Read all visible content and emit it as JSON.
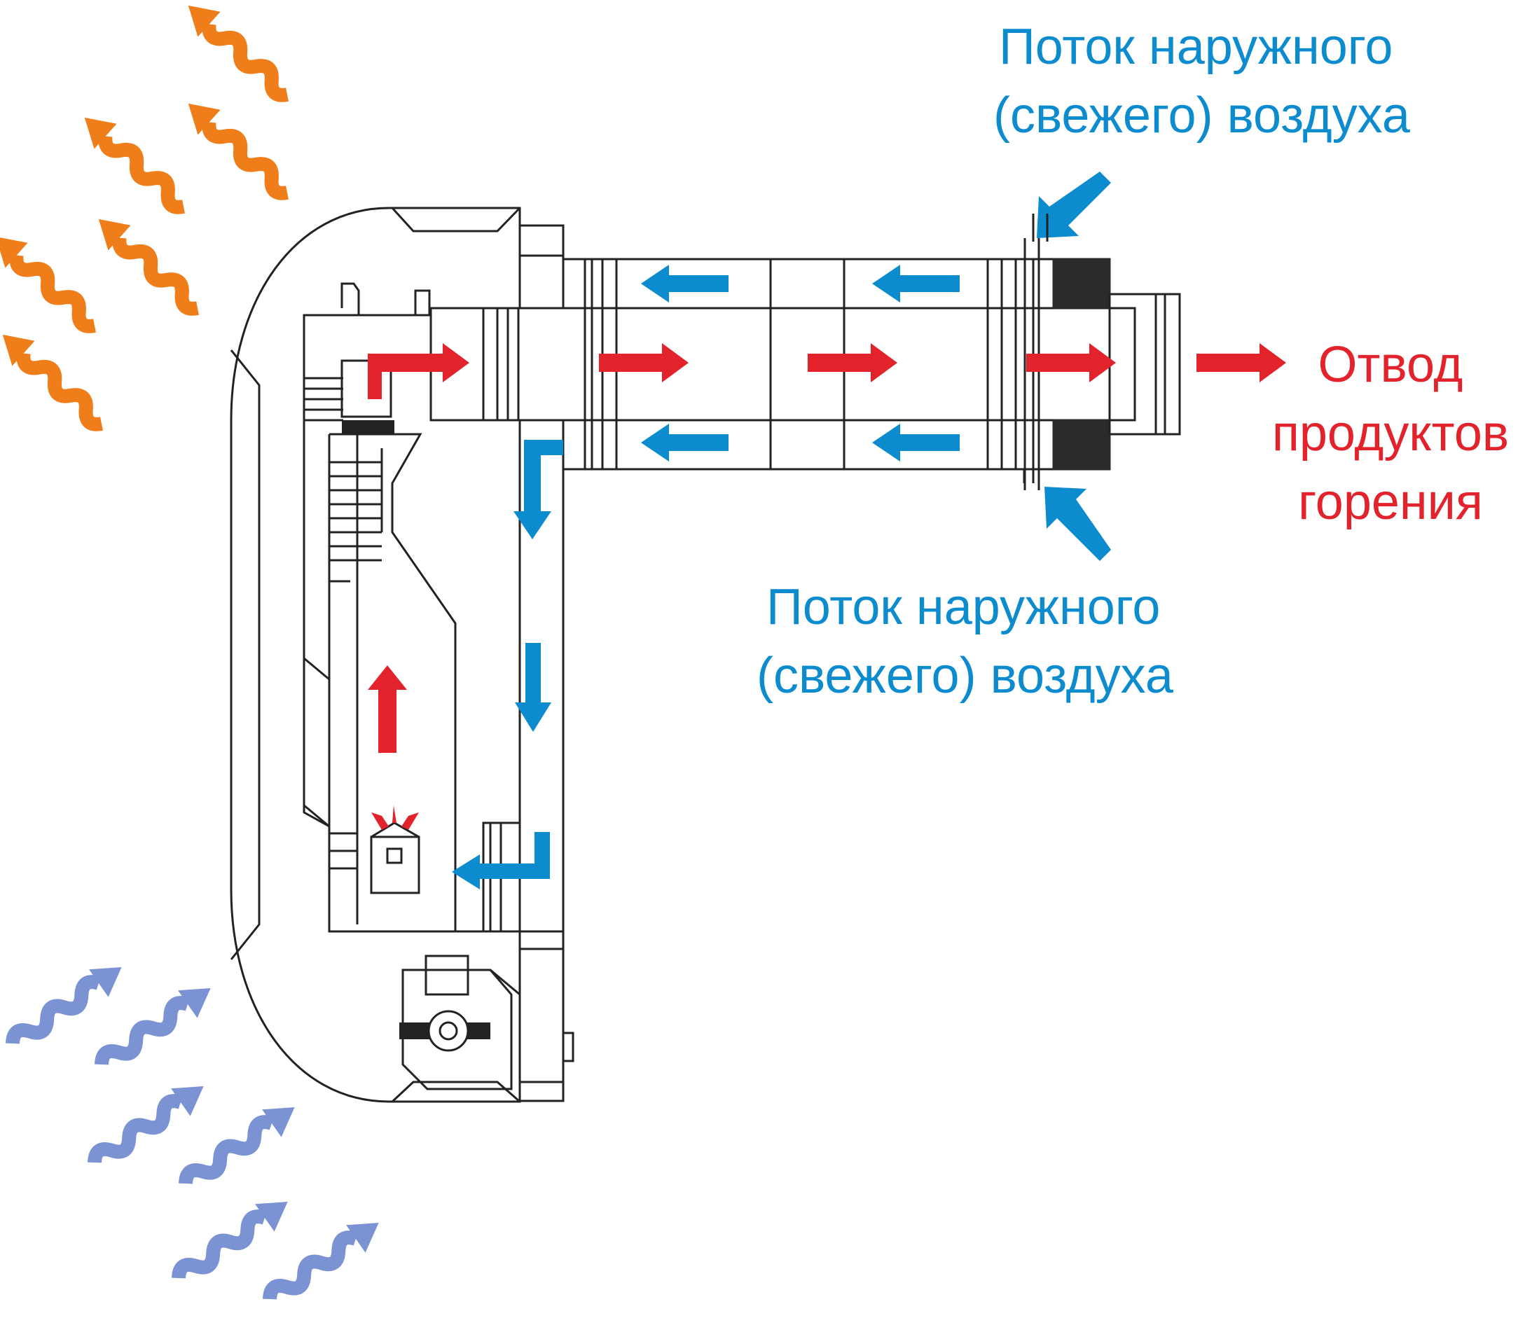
{
  "labels": {
    "fresh_air_top": {
      "line1": "Поток наружного",
      "line2": "(свежего) воздуха"
    },
    "exhaust": {
      "line1": "Отвод",
      "line2": "продуктов",
      "line3": "горения"
    },
    "fresh_air_bottom": {
      "line1": "Поток наружного",
      "line2": "(свежего) воздуха"
    }
  },
  "colors": {
    "fresh_air": "#0c8bcf",
    "exhaust": "#e3232c",
    "warm_air": "#ef7d1a",
    "room_air": "#7b93d3",
    "outline": "#222222",
    "terminal": "#2b2b2b"
  },
  "icons": [
    "warm-air-wave-icon",
    "room-air-wave-icon",
    "flow-arrow-icon",
    "flame-icon"
  ]
}
